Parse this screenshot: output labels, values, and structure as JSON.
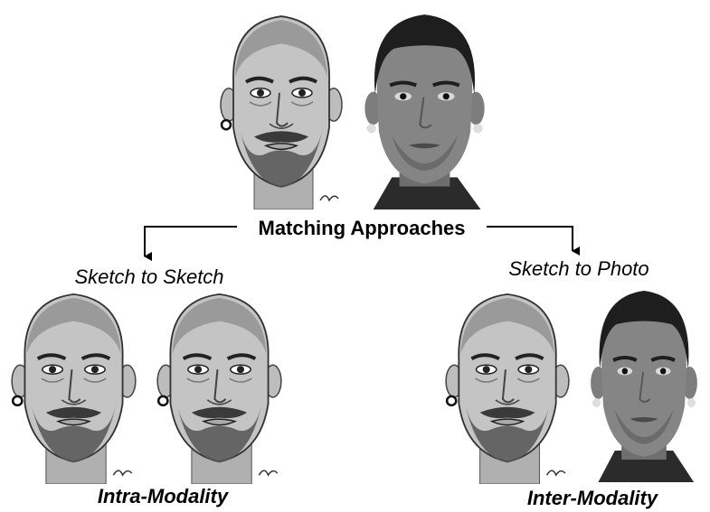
{
  "diagram": {
    "title": "Matching Approaches",
    "branches": [
      {
        "label": "Sketch to Sketch",
        "caption": "Intra-Modality"
      },
      {
        "label": "Sketch to Photo",
        "caption": "Inter-Modality"
      }
    ]
  },
  "colors": {
    "line": "#000000",
    "sketch_skin": "#bdbdbd",
    "photo_skin": "#7d7d7d",
    "hair_dark": "#2a2a2a"
  }
}
